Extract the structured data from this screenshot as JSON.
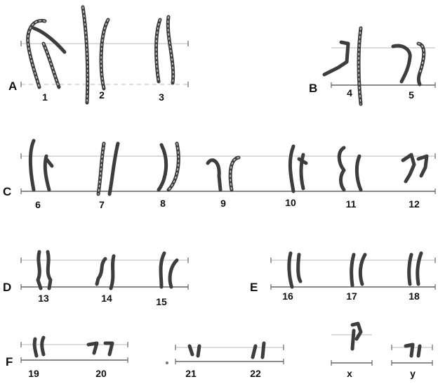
{
  "figure": {
    "type": "karyotype-ideogram",
    "groups": [
      {
        "label": "A",
        "chromosomes": [
          "1",
          "2",
          "3"
        ]
      },
      {
        "label": "B",
        "chromosomes": [
          "4",
          "5"
        ]
      },
      {
        "label": "C",
        "chromosomes": [
          "6",
          "7",
          "8",
          "9",
          "10",
          "11",
          "12"
        ]
      },
      {
        "label": "D",
        "chromosomes": [
          "13",
          "14",
          "15"
        ]
      },
      {
        "label": "E",
        "chromosomes": [
          "16",
          "17",
          "18"
        ]
      },
      {
        "label": "F",
        "chromosomes": [
          "19",
          "20",
          "21",
          "22",
          "x",
          "y"
        ]
      }
    ]
  },
  "colors": {
    "chromosome": "#3d3d3d",
    "banding": "#c9c9c9",
    "baseline": "#666666",
    "guide": "#b8b8b8",
    "text": "#111111"
  }
}
